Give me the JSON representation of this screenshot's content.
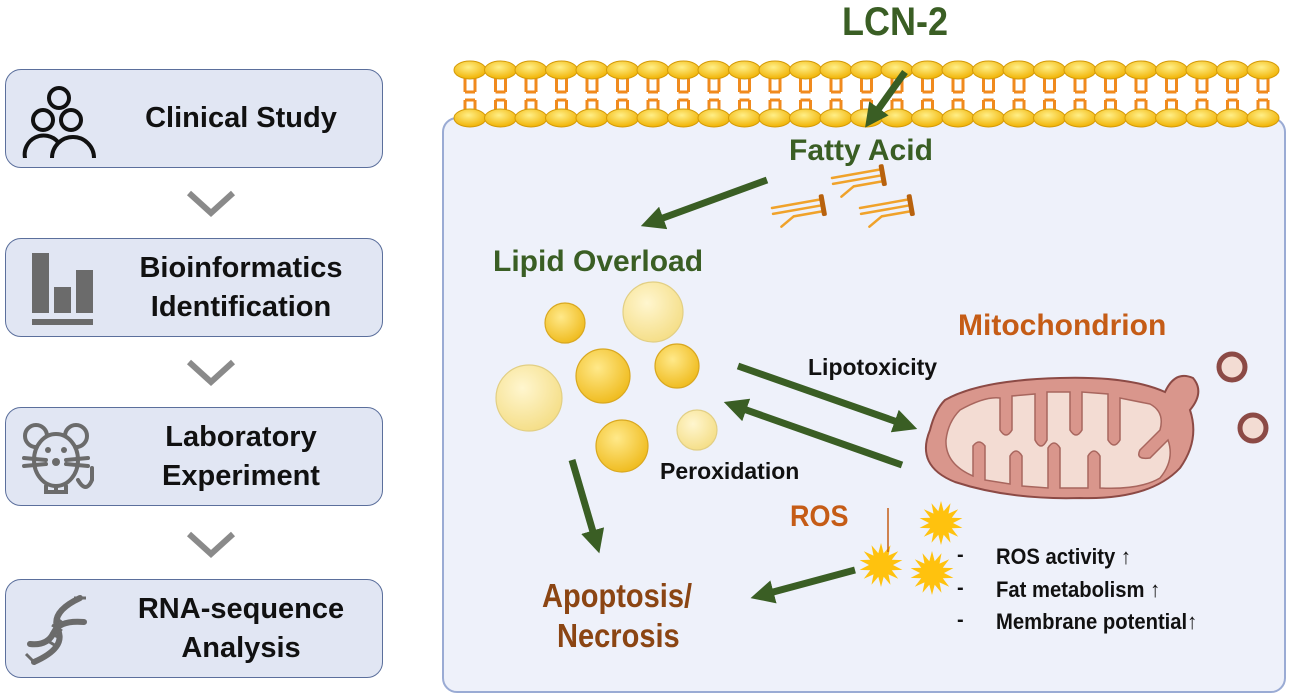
{
  "workflow": {
    "steps": [
      {
        "label": "Clinical Study",
        "icon": "people-group-icon"
      },
      {
        "label": "Bioinformatics\nIdentification",
        "icon": "bar-chart-icon"
      },
      {
        "label": "Laboratory\nExperiment",
        "icon": "mouse-icon"
      },
      {
        "label": "RNA-sequence\nAnalysis",
        "icon": "dna-icon"
      }
    ],
    "connector_icon": "chevron-down-icon"
  },
  "mechanism": {
    "trigger": "LCN-2",
    "fatty_acid": "Fatty Acid",
    "lipid_overload": "Lipid Overload",
    "mitochondrion": "Mitochondrion",
    "lipotoxicity": "Lipotoxicity",
    "peroxidation": "Peroxidation",
    "ros": "ROS",
    "ros_arrow": "↑",
    "outcome_line1": "Apoptosis/",
    "outcome_line2": "Necrosis",
    "effects": [
      {
        "bullet": "-",
        "text": "ROS activity ↑"
      },
      {
        "bullet": "-",
        "text": "Fat metabolism ↑"
      },
      {
        "bullet": "-",
        "text": "Membrane potential↑"
      }
    ]
  },
  "colors": {
    "panel_bg": "#e1e6f3",
    "panel_border": "#5b6f9c",
    "cell_bg": "#eef1fa",
    "arrow_green": "#3a5e24",
    "label_orange": "#c55c16",
    "label_brown": "#8b4513",
    "lipid_head": "#f4c518",
    "lipid_tail": "#f08a1e",
    "mito_fill": "#d9968c",
    "mito_inner": "#f3dcd3",
    "ros_star": "#ffc20e",
    "icon_gray": "#6b6b6b"
  }
}
